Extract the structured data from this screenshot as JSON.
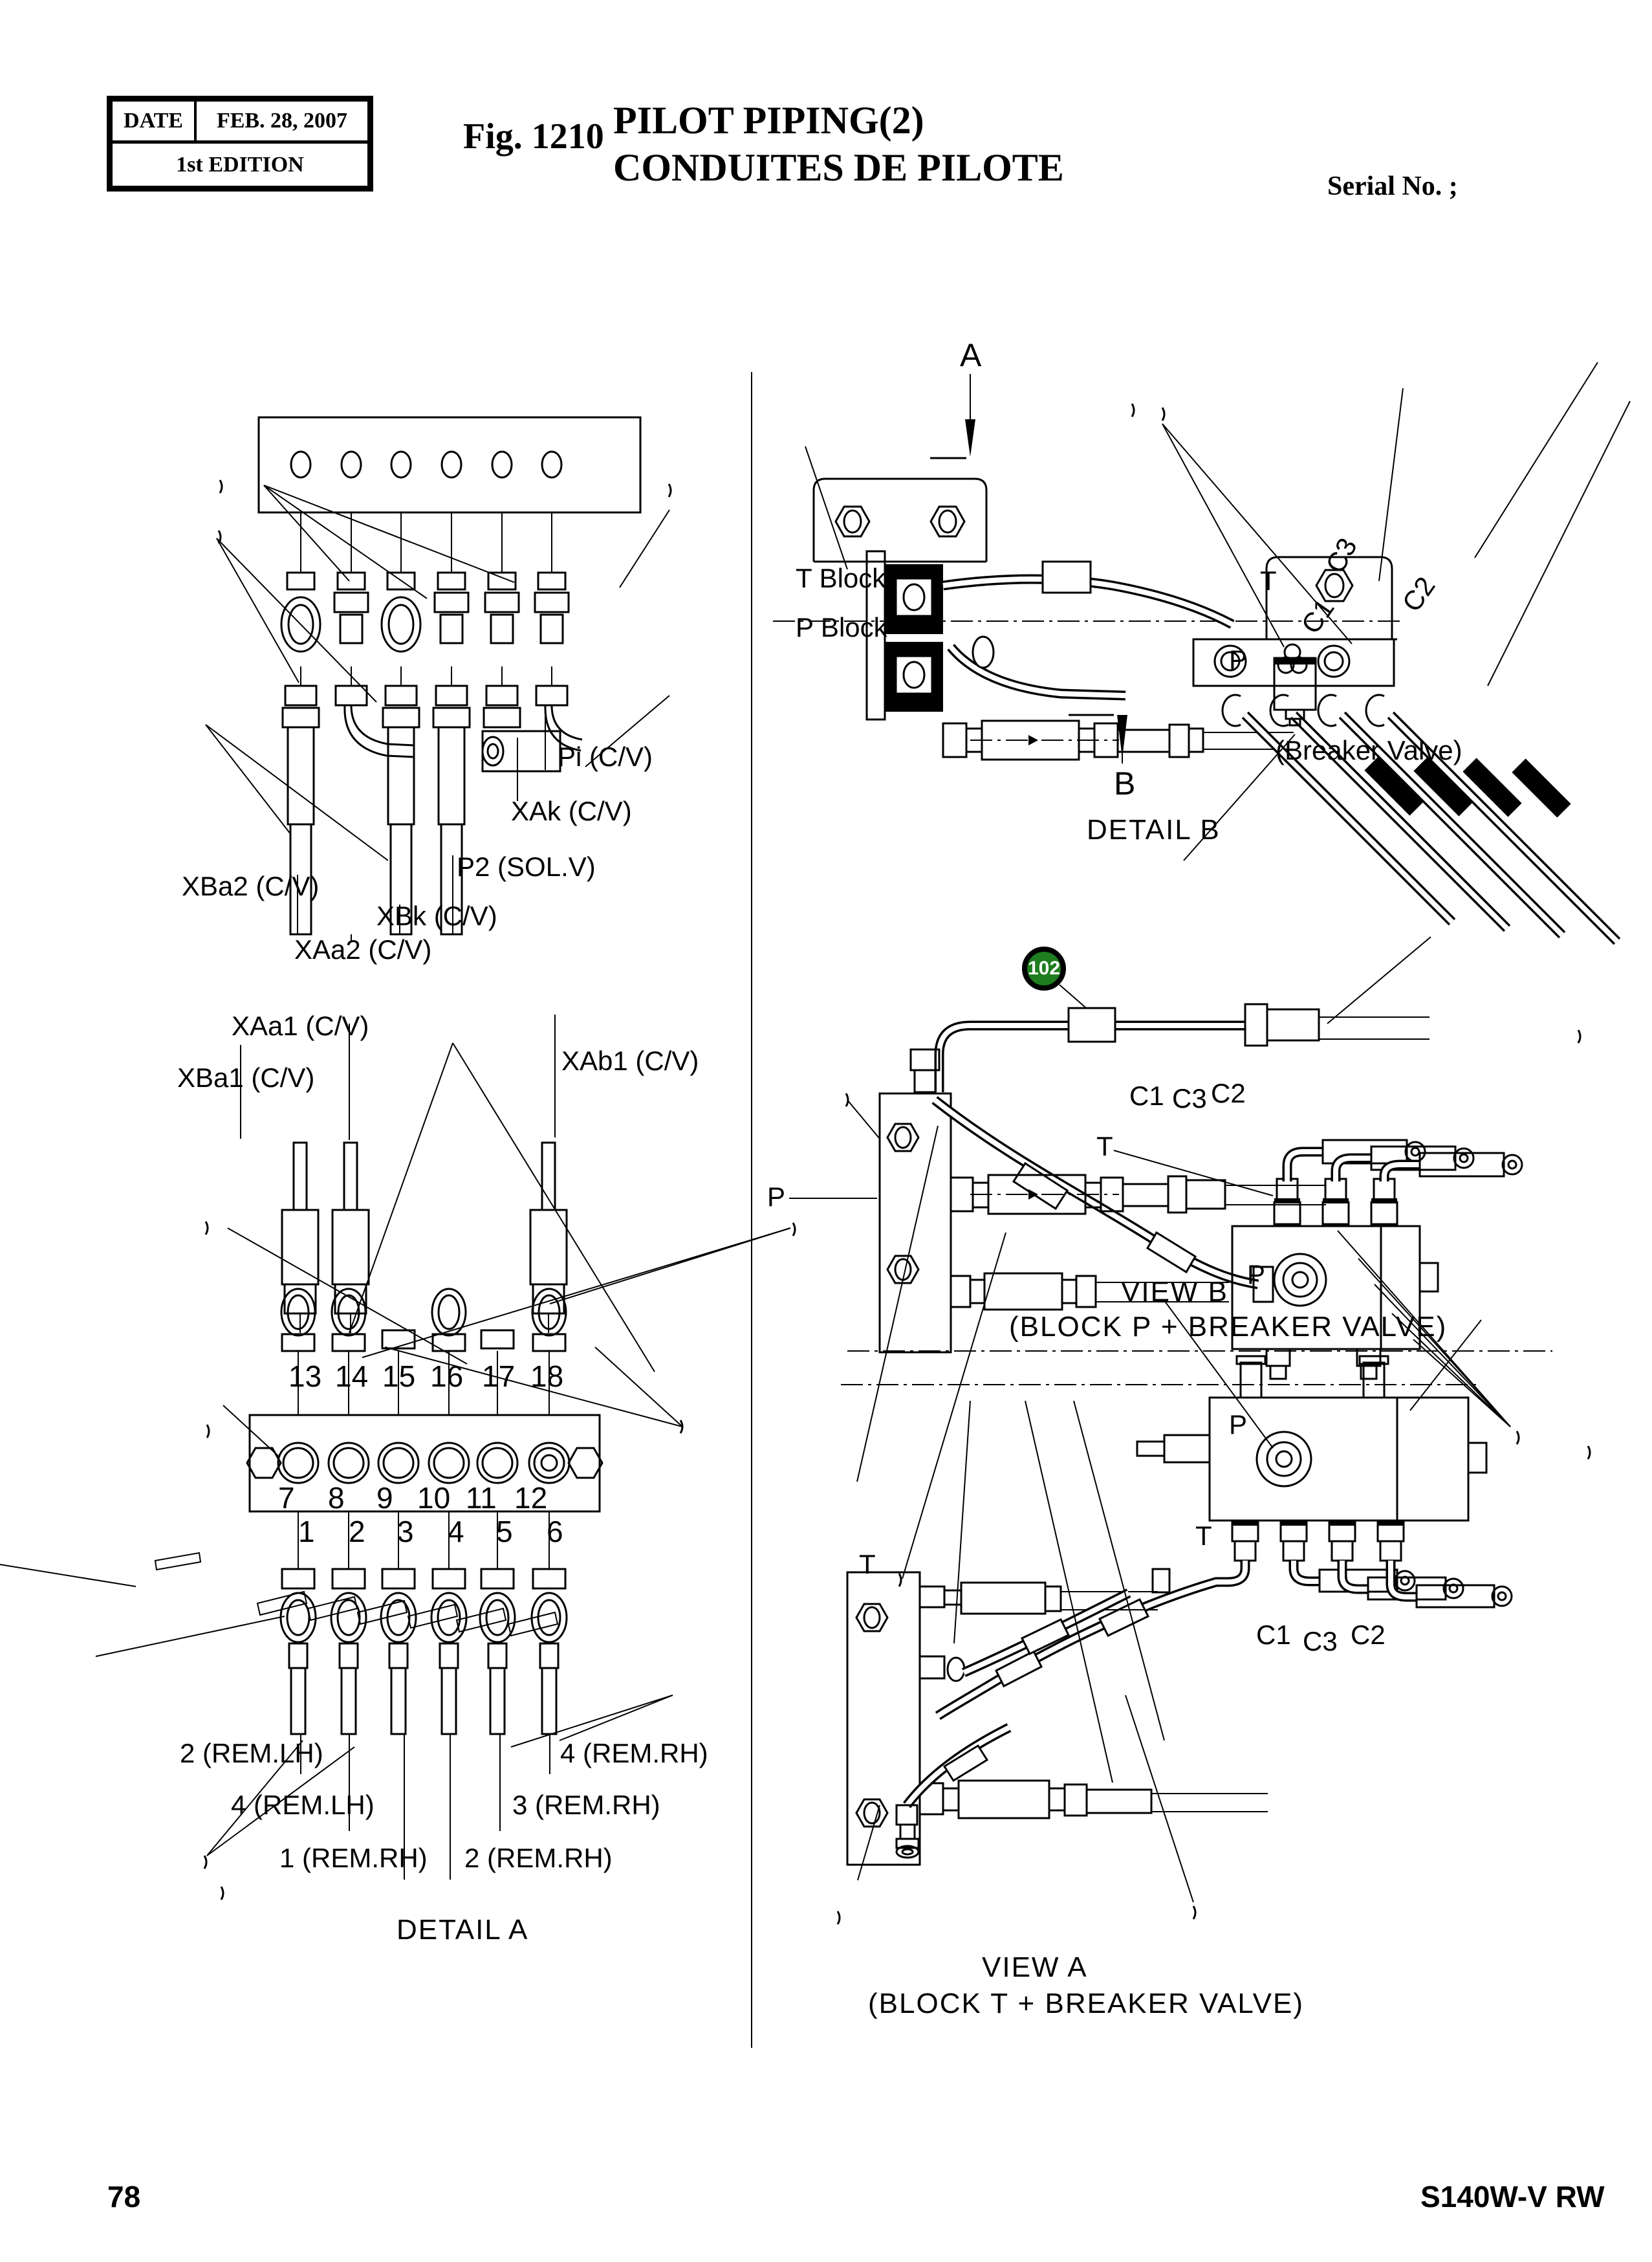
{
  "header": {
    "date_label": "DATE",
    "date_value": "FEB. 28, 2007",
    "edition": "1st EDITION",
    "figure": "Fig. 1210",
    "title_en": "PILOT  PIPING(2)",
    "title_fr": "CONDUITES  DE  PILOTE",
    "serial": "Serial No. ;"
  },
  "footer": {
    "page_number": "78",
    "model": "S140W-V RW"
  },
  "detail_a": {
    "caption": "DETAIL A",
    "labels": {
      "pi": "Pi (C/V)",
      "xak": "XAk (C/V)",
      "p2": "P2 (SOL.V)",
      "xba2": "XBa2 (C/V)",
      "xbk": "XBk (C/V)",
      "xaa2": "XAa2 (C/V)",
      "xaa1": "XAa1 (C/V)",
      "xba1": "XBa1 (C/V)",
      "xab1": "XAb1 (C/V)"
    },
    "numbers_top": [
      "13",
      "14",
      "15",
      "16",
      "17",
      "18"
    ],
    "numbers_mid": [
      "7",
      "8",
      "9",
      "10",
      "11",
      "12"
    ],
    "numbers_bottom": [
      "1",
      "2",
      "3",
      "4",
      "5",
      "6"
    ],
    "rem": {
      "lh2": "2 (REM.LH)",
      "lh4": "4 (REM.LH)",
      "rh1": "1 (REM.RH)",
      "rh4": "4 (REM.RH)",
      "rh3": "3 (REM.RH)",
      "rh2": "2 (REM.RH)"
    }
  },
  "detail_b": {
    "caption": "DETAIL B",
    "section_a": "A",
    "section_b": "B",
    "t_block": "T Block",
    "p_block": "P Block",
    "breaker_valve": "(Breaker Valve)",
    "port_t": "T",
    "port_p": "P",
    "port_c1": "C1",
    "port_c2": "C2",
    "port_c3": "C3"
  },
  "view_b": {
    "caption": "VIEW B",
    "subcaption": "(BLOCK P + BREAKER VALVE)",
    "badge": "102",
    "badge_color": "#1e7d1e",
    "label_p_block": "P",
    "label_t": "T",
    "label_p_valve": "P",
    "c1": "C1",
    "c3": "C3",
    "c2": "C2"
  },
  "view_a": {
    "caption": "VIEW A",
    "subcaption": "(BLOCK T + BREAKER VALVE)",
    "label_p_valve": "P",
    "label_t_valve": "T",
    "label_t_block": "T",
    "c1": "C1",
    "c3": "C3",
    "c2": "C2"
  }
}
